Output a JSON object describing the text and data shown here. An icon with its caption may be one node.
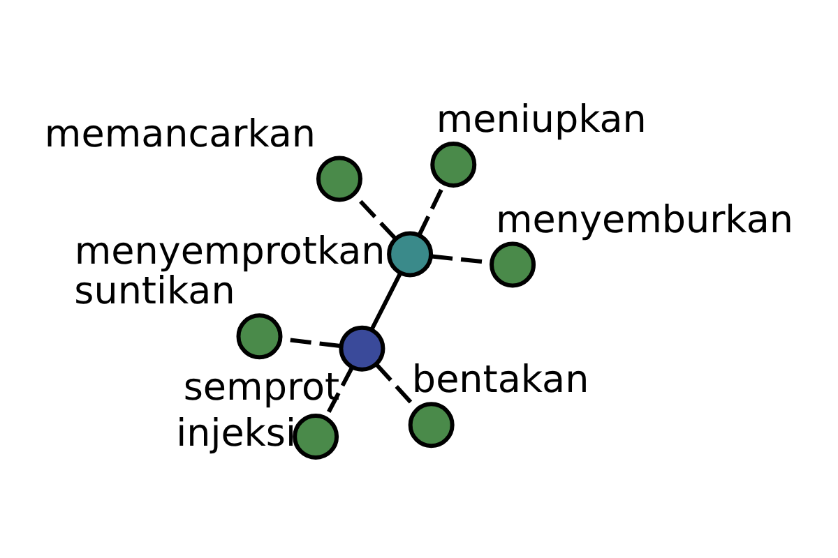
{
  "diagram": {
    "nodes": [
      {
        "text": [
          "memancarkan"
        ]
      },
      {
        "text": [
          "bentakan"
        ]
      },
      {
        "text": [
          "semprot"
        ]
      },
      {
        "text": [
          "suntikan"
        ]
      },
      {
        "text": [
          "menyemprotkan"
        ]
      },
      {
        "text": [
          "meniupkan"
        ]
      },
      {
        "text": [
          "injeksi"
        ]
      },
      {
        "text": [
          "menyemburkan"
        ]
      }
    ],
    "edges": [
      {
        "from": 2,
        "to": 4,
        "arrow": "none"
      },
      {
        "from": 2,
        "to": 1,
        "arrow": "none",
        "style": "dashed"
      },
      {
        "from": 2,
        "to": 3,
        "arrow": "none",
        "style": "dashed"
      },
      {
        "from": 2,
        "to": 6,
        "arrow": "none",
        "style": "dashed"
      },
      {
        "from": 4,
        "to": 0,
        "arrow": "none",
        "style": "dashed"
      },
      {
        "from": 4,
        "to": 5,
        "arrow": "none",
        "style": "dashed"
      },
      {
        "from": 4,
        "to": 7,
        "arrow": "none",
        "style": "dashed"
      }
    ]
  }
}
